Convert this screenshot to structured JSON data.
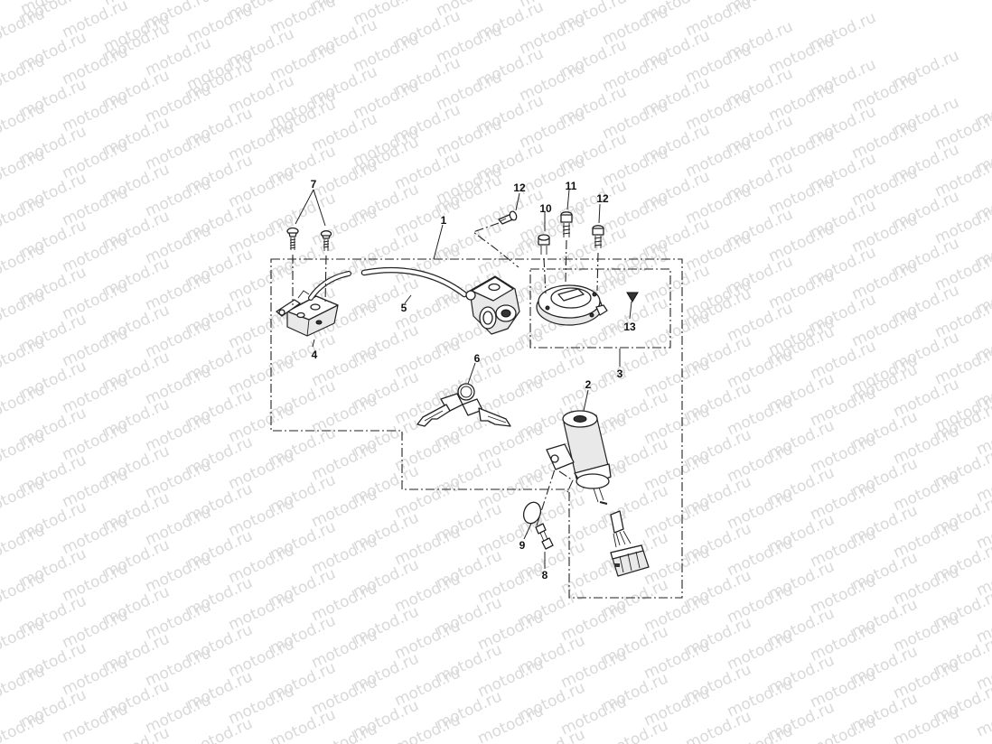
{
  "watermark": {
    "text": "motod.ru"
  },
  "diagram": {
    "callouts": [
      {
        "id": "c1",
        "label": "1"
      },
      {
        "id": "c2",
        "label": "2"
      },
      {
        "id": "c3",
        "label": "3"
      },
      {
        "id": "c4",
        "label": "4"
      },
      {
        "id": "c5",
        "label": "5"
      },
      {
        "id": "c6",
        "label": "6"
      },
      {
        "id": "c7",
        "label": "7"
      },
      {
        "id": "c8",
        "label": "8"
      },
      {
        "id": "c9",
        "label": "9"
      },
      {
        "id": "c10",
        "label": "10"
      },
      {
        "id": "c11",
        "label": "11"
      },
      {
        "id": "c12a",
        "label": "12"
      },
      {
        "id": "c12b",
        "label": "12"
      },
      {
        "id": "c13",
        "label": "13"
      }
    ]
  }
}
